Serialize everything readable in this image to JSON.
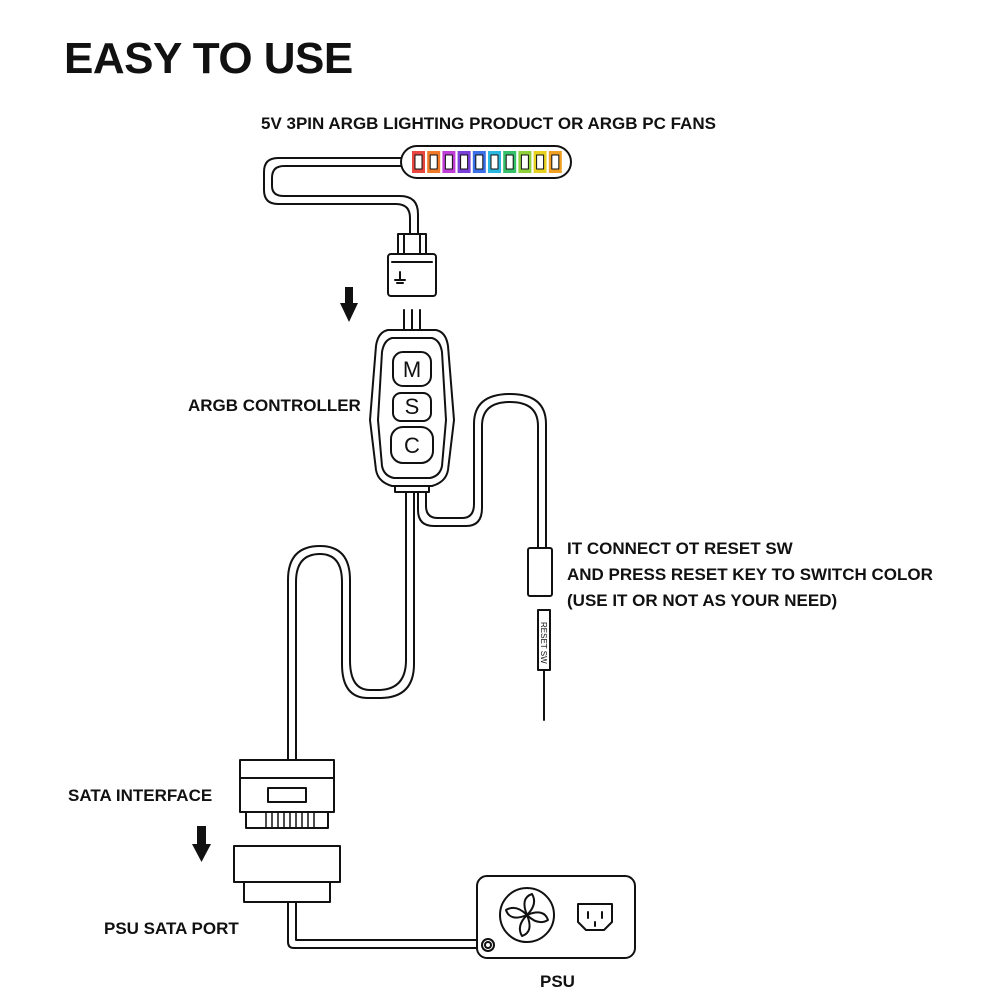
{
  "title": "EASY TO USE",
  "labels": {
    "argb_product": "5V 3PIN ARGB LIGHTING PRODUCT OR ARGB PC FANS",
    "argb_controller": "ARGB CONTROLLER",
    "reset_line1": "IT CONNECT OT RESET SW",
    "reset_line2": "AND PRESS RESET KEY TO SWITCH COLOR",
    "reset_line3": "(USE IT OR NOT AS YOUR NEED)",
    "reset_sw_tag": "RESET SW",
    "sata_interface": "SATA INTERFACE",
    "psu_sata_port": "PSU SATA PORT",
    "psu": "PSU"
  },
  "controller_buttons": [
    "M",
    "S",
    "C"
  ],
  "led_strip_colors": [
    "#e8473f",
    "#f07a2a",
    "#c03cd6",
    "#7a3fd8",
    "#3a6fe8",
    "#2bb8e0",
    "#35c06a",
    "#8fd13a",
    "#e6d21f",
    "#f2a022"
  ]
}
